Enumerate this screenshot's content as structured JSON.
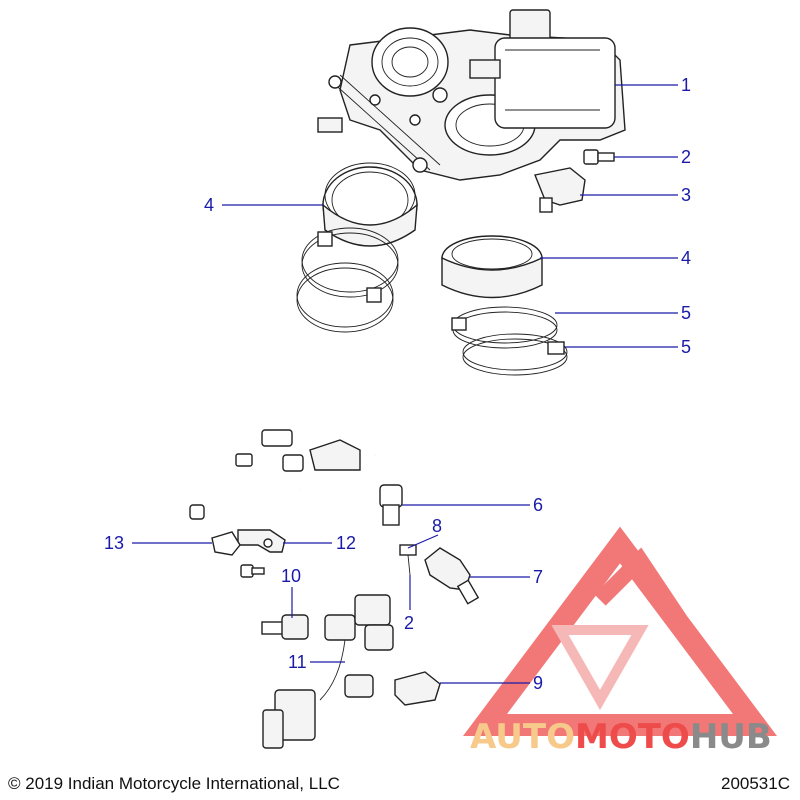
{
  "callouts": {
    "c1": "1",
    "c2a": "2",
    "c3": "3",
    "c4a": "4",
    "c4b": "4",
    "c5a": "5",
    "c5b": "5",
    "c6": "6",
    "c7": "7",
    "c8": "8",
    "c2b": "2",
    "c9": "9",
    "c10": "10",
    "c11": "11",
    "c12": "12",
    "c13": "13"
  },
  "watermark": {
    "part1": "AUTO",
    "part2": "MOTO",
    "part3": "HUB",
    "color_light": "#f7c98a",
    "color_red": "#ee4b4b",
    "color_gray": "#8a8a8a"
  },
  "footer": {
    "copyright": "© 2019 Indian Motorcycle International, LLC",
    "diagram_id": "200531C"
  },
  "colors": {
    "callout": "#1a1aa8",
    "line": "#222222"
  }
}
